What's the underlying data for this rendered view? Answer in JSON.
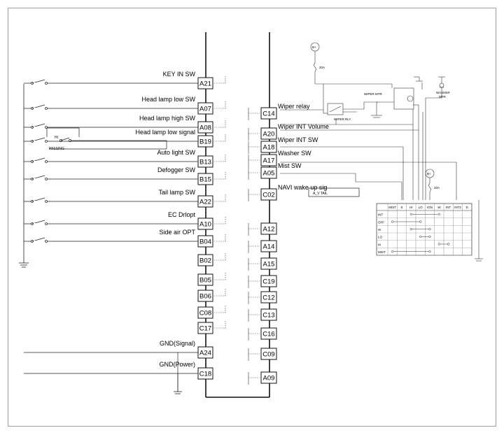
{
  "colors": {
    "line": "#111111",
    "frame": "#9a9a9a",
    "background": "#ffffff"
  },
  "left_pins": [
    {
      "id": "A21",
      "label": "KEY IN SW",
      "switch": true
    },
    {
      "id": "A07",
      "label": "Head lamp low SW",
      "switch": true
    },
    {
      "id": "A08",
      "label": "Head lamp high SW",
      "switch": true
    },
    {
      "id": "B19",
      "label": "Head lamp low signal",
      "switch": true
    },
    {
      "id": "B13",
      "label": "Auto light SW",
      "switch": true
    },
    {
      "id": "B15",
      "label": "Defogger SW",
      "switch": true
    },
    {
      "id": "A22",
      "label": "Tail lamp SW",
      "switch": true
    },
    {
      "id": "A10",
      "label": "EC Drlopt",
      "switch": true
    },
    {
      "id": "B04",
      "label": "Side air OPT",
      "switch": true
    },
    {
      "id": "B02",
      "label": "",
      "switch": false
    },
    {
      "id": "B05",
      "label": "",
      "switch": false
    },
    {
      "id": "B06",
      "label": "",
      "switch": false
    },
    {
      "id": "C08",
      "label": "",
      "switch": false
    },
    {
      "id": "C17",
      "label": "",
      "switch": false
    },
    {
      "id": "A24",
      "label": "GND(Signal)",
      "switch": false
    },
    {
      "id": "C18",
      "label": "GND(Power)",
      "switch": false
    }
  ],
  "right_pins": [
    {
      "id": "C14",
      "label": "Wiper relay"
    },
    {
      "id": "A20",
      "label": "Wiper INT Volume"
    },
    {
      "id": "A18",
      "label": "Wiper INT SW"
    },
    {
      "id": "A17",
      "label": "Washer SW"
    },
    {
      "id": "A05",
      "label": "Mist SW"
    },
    {
      "id": "C02",
      "label": "NAVI wake up sig"
    },
    {
      "id": "A12",
      "label": ""
    },
    {
      "id": "A14",
      "label": ""
    },
    {
      "id": "A15",
      "label": ""
    },
    {
      "id": "C19",
      "label": ""
    },
    {
      "id": "C12",
      "label": ""
    },
    {
      "id": "C13",
      "label": ""
    },
    {
      "id": "C16",
      "label": ""
    },
    {
      "id": "C09",
      "label": ""
    },
    {
      "id": "A09",
      "label": ""
    }
  ],
  "small_labels": {
    "hi": "HI",
    "passing": "PASSING",
    "navi_box": "A_V TAIL",
    "wiper_mtr": "WIPER MTR",
    "wiper_rly": "WIPER RLY",
    "washer_mtr_1": "WASHER",
    "washer_mtr_2": "MTR",
    "fuse_top": "B+",
    "fuse_mid": "B+",
    "fuse_a1": "20A",
    "fuse_a2": "20A"
  },
  "switch_table": {
    "headers": [
      "MIST",
      "S",
      "HI",
      "LO",
      "IGN",
      "W",
      "INT",
      "INT2",
      "E"
    ],
    "rows": [
      "INT",
      "OFF",
      "HI",
      "LO",
      "M",
      "MIST"
    ]
  }
}
